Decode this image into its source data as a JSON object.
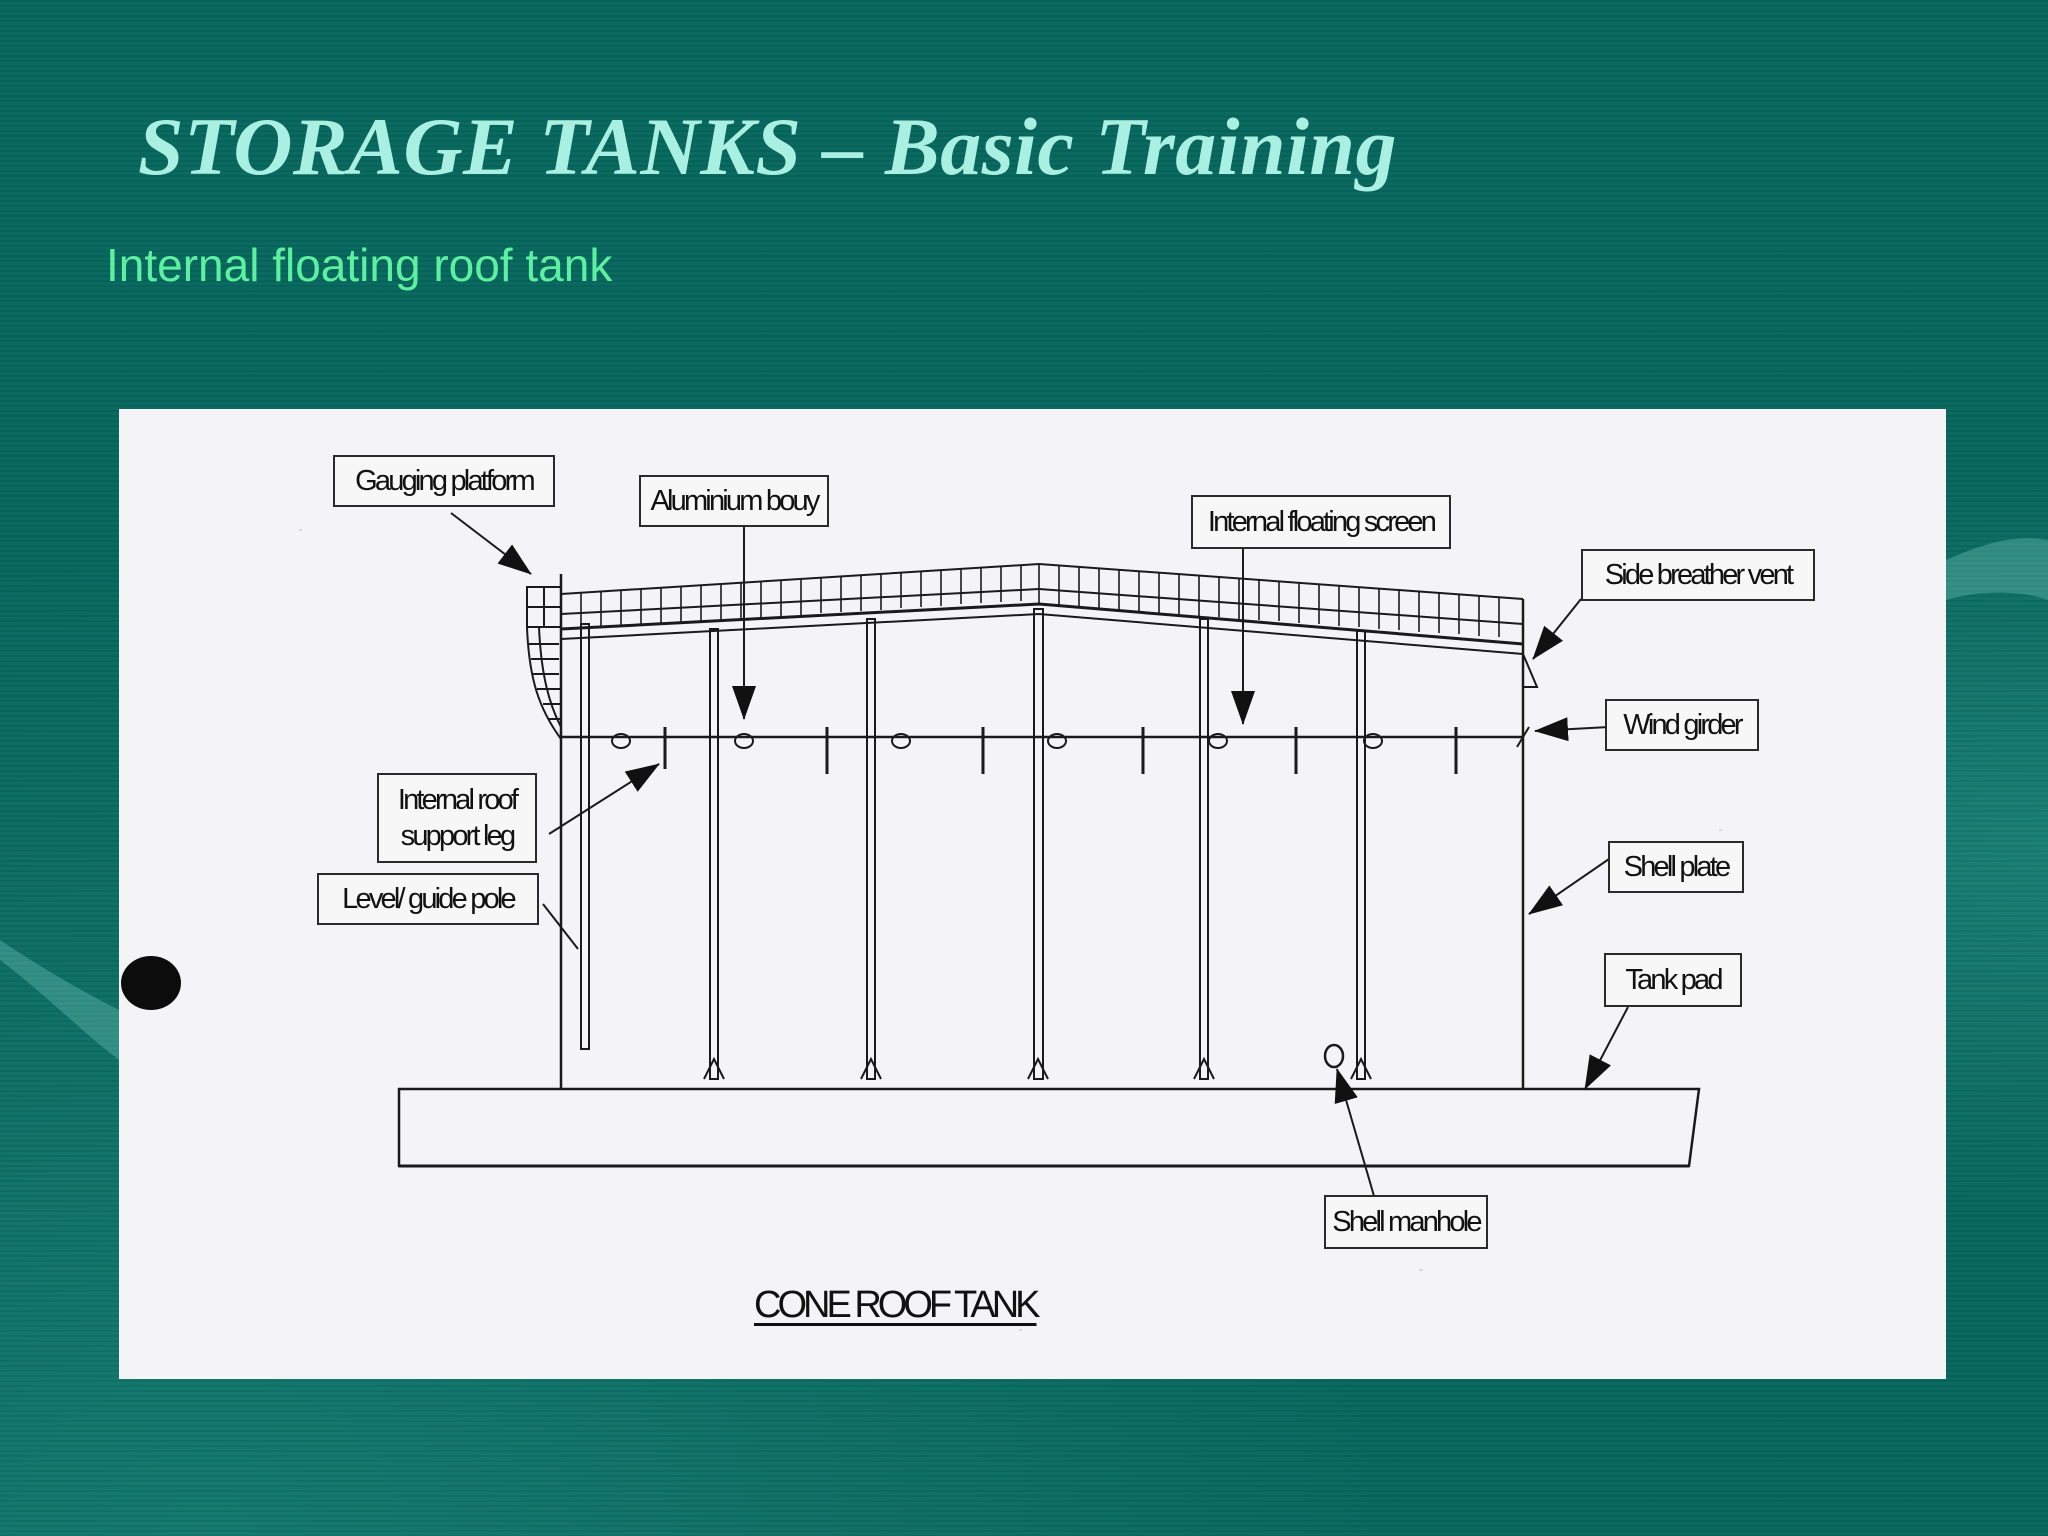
{
  "slide": {
    "title": "STORAGE TANKS – Basic Training",
    "subtitle": "Internal floating roof tank"
  },
  "diagram": {
    "caption": "CONE ROOF TANK",
    "labels": {
      "gauging_platform": "Gauging platform",
      "aluminium_bouy": "Aluminium bouy",
      "internal_floating_screen": "Internal floating screen",
      "side_breather_vent": "Side breather vent",
      "wind_girder": "Wind girder",
      "internal_roof_support_leg_line1": "Internal roof",
      "internal_roof_support_leg_line2": "support leg",
      "level_guide_pole": "Level/ guide pole",
      "shell_plate": "Shell plate",
      "tank_pad": "Tank pad",
      "shell_manhole": "Shell manhole"
    }
  },
  "colors": {
    "background": "#07685e",
    "title": "#a9f0e2",
    "subtitle": "#5cf0a0",
    "panel": "#f4f4f6",
    "ink": "#1a1a1a"
  }
}
